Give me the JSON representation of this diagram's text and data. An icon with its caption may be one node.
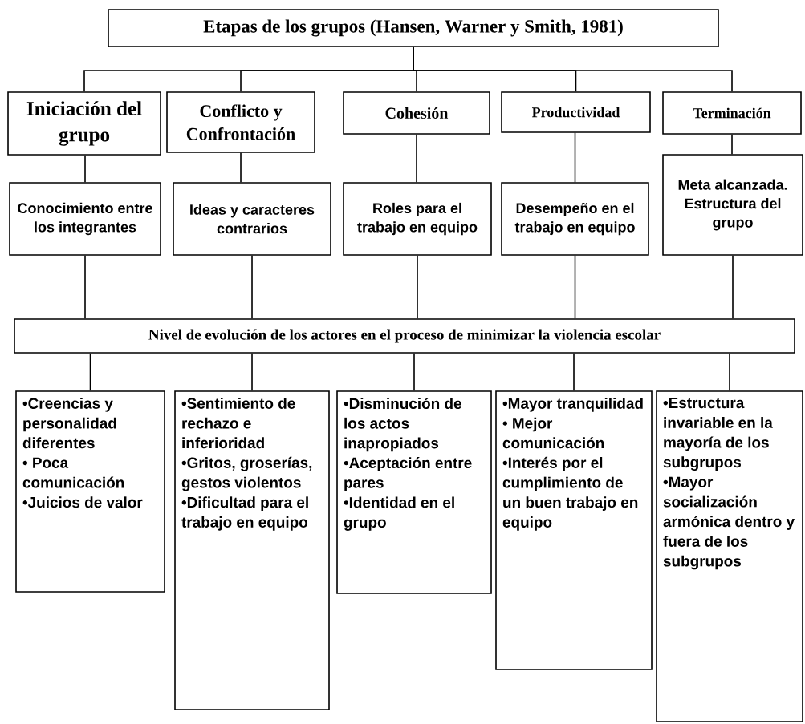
{
  "diagram": {
    "nodes": [
      {
        "text": [
          "Etapas de los grupos (Hansen, Warner y Smith, 1981)"
        ]
      },
      {
        "text": [
          "Iniciación del grupo"
        ]
      },
      {
        "text": [
          "Conflicto y Confrontación"
        ]
      },
      {
        "text": [
          "Cohesión"
        ]
      },
      {
        "text": [
          "Productividad"
        ]
      },
      {
        "text": [
          "Terminación"
        ]
      },
      {
        "text": [
          "Conocimiento entre los integrantes"
        ]
      },
      {
        "text": [
          "Ideas y caracteres contrarios"
        ]
      },
      {
        "text": [
          "Roles para el trabajo en equipo"
        ]
      },
      {
        "text": [
          "Desempeño en el trabajo en equipo"
        ]
      },
      {
        "text": [
          "Meta alcanzada. Estructura del grupo"
        ]
      },
      {
        "text": [
          "Nivel de evolución de los actores en el proceso de minimizar la violencia escolar"
        ]
      },
      {
        "text": [
          "•Creencias y personalidad diferentes",
          "• Poca comunicación",
          "•Juicios de valor"
        ]
      },
      {
        "text": [
          "•Sentimiento de rechazo e inferioridad",
          "•Gritos, groserías, gestos violentos",
          "•Dificultad para el trabajo en equipo"
        ]
      },
      {
        "text": [
          "•Disminución de los actos inapropiados",
          "•Aceptación entre pares",
          "•Identidad en el grupo"
        ]
      },
      {
        "text": [
          "•Mayor tranquilidad",
          "• Mejor comunicación",
          "•Interés por el cumplimiento de un buen trabajo en equipo"
        ]
      },
      {
        "text": [
          "•Estructura invariable en la mayoría de los subgrupos",
          "•Mayor socialización armónica dentro y fuera de los subgrupos"
        ]
      }
    ],
    "edges": [
      {
        "from": 0,
        "to": 1,
        "arrow": "none"
      },
      {
        "from": 0,
        "to": 2,
        "arrow": "none"
      },
      {
        "from": 0,
        "to": 3,
        "arrow": "none"
      },
      {
        "from": 0,
        "to": 4,
        "arrow": "none"
      },
      {
        "from": 0,
        "to": 5,
        "arrow": "none"
      },
      {
        "from": 1,
        "to": 6,
        "arrow": "none"
      },
      {
        "from": 2,
        "to": 7,
        "arrow": "none"
      },
      {
        "from": 3,
        "to": 8,
        "arrow": "none"
      },
      {
        "from": 4,
        "to": 9,
        "arrow": "none"
      },
      {
        "from": 5,
        "to": 10,
        "arrow": "none"
      },
      {
        "from": 6,
        "to": 11,
        "arrow": "none"
      },
      {
        "from": 7,
        "to": 11,
        "arrow": "none"
      },
      {
        "from": 8,
        "to": 11,
        "arrow": "none"
      },
      {
        "from": 9,
        "to": 11,
        "arrow": "none"
      },
      {
        "from": 10,
        "to": 11,
        "arrow": "none"
      },
      {
        "from": 11,
        "to": 12,
        "arrow": "none"
      },
      {
        "from": 11,
        "to": 13,
        "arrow": "none"
      },
      {
        "from": 11,
        "to": 14,
        "arrow": "none"
      },
      {
        "from": 11,
        "to": 15,
        "arrow": "none"
      },
      {
        "from": 11,
        "to": 16,
        "arrow": "none"
      }
    ]
  }
}
